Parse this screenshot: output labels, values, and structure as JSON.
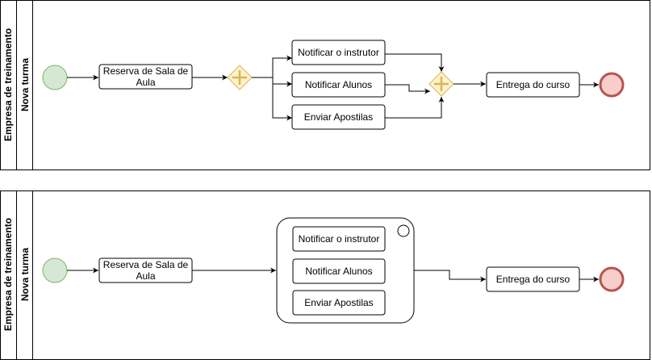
{
  "diagrams": [
    {
      "pool_label": "Empresa de treinamento",
      "lane_label": "Nova turma",
      "tasks": {
        "reserva_line1": "Reserva de Sala de",
        "reserva_line2": "Aula",
        "notificar_instrutor": "Notificar o instrutor",
        "notificar_alunos": "Notificar Alunos",
        "enviar_apostilas": "Enviar Apostilas",
        "entrega": "Entrega do curso"
      }
    },
    {
      "pool_label": "Empresa de treinamento",
      "lane_label": "Nova turma",
      "tasks": {
        "reserva_line1": "Reserva de Sala de",
        "reserva_line2": "Aula",
        "notificar_instrutor": "Notificar o instrutor",
        "notificar_alunos": "Notificar Alunos",
        "enviar_apostilas": "Enviar Apostilas",
        "entrega": "Entrega do curso"
      }
    }
  ],
  "colors": {
    "start_fill": "#d5e8d4",
    "start_stroke": "#82b366",
    "end_fill": "#f8cecc",
    "end_stroke": "#b85450",
    "gateway_fill": "#fff2cc",
    "gateway_stroke": "#d6b656",
    "line": "#000000"
  }
}
